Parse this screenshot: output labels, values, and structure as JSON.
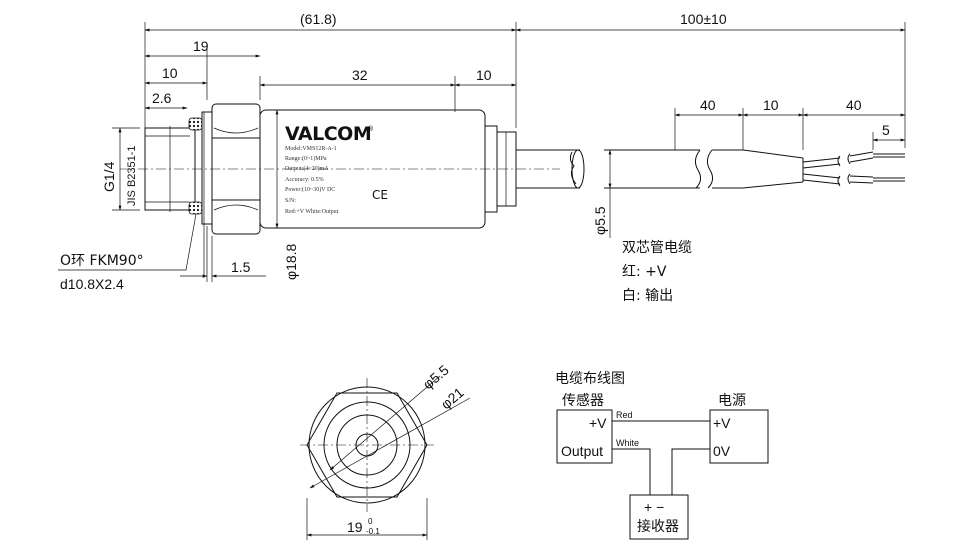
{
  "dims": {
    "overall": "(61.8)",
    "cable_length": "100±10",
    "d19": "19",
    "d10a": "10",
    "d2_6": "2.6",
    "d32": "32",
    "d10b": "10",
    "d40a": "40",
    "d10c": "10",
    "d40b": "40",
    "d5": "5",
    "d1_5": "1.5",
    "thread": "G1/4",
    "thread_std": "JIS B2351-1",
    "dia18_8": "φ18.8",
    "dia5_5": "φ5.5",
    "oring1": "O环 FKM90°",
    "oring2": "d10.8X2.4",
    "end_dia5_5": "φ5.5",
    "end_dia21": "φ21",
    "hex19": "19",
    "tol_up": "0",
    "tol_dn": "-0.1"
  },
  "label": {
    "brand": "VALCOM",
    "reg": "®",
    "lines": [
      "Model:VMS12R-A-1",
      "Range:(0~1)MPa",
      "Output:(4~20)mA",
      "Accuracy: 0.5%",
      "Power:(10~30)V DC",
      "S/N:",
      "Red:+V    White:Output"
    ],
    "ce": "CE"
  },
  "cable_note": [
    "双芯管电缆",
    "红: +V",
    "白: 输出"
  ],
  "wiring": {
    "title": "电缆布线图",
    "sensor_title": "传感器",
    "sensor_vplus": "+V",
    "sensor_output": "Output",
    "red": "Red",
    "white": "White",
    "power_title": "电源",
    "power_vplus": "+V",
    "power_0v": "0V",
    "receiver_pm": "+  −",
    "receiver": "接收器"
  }
}
